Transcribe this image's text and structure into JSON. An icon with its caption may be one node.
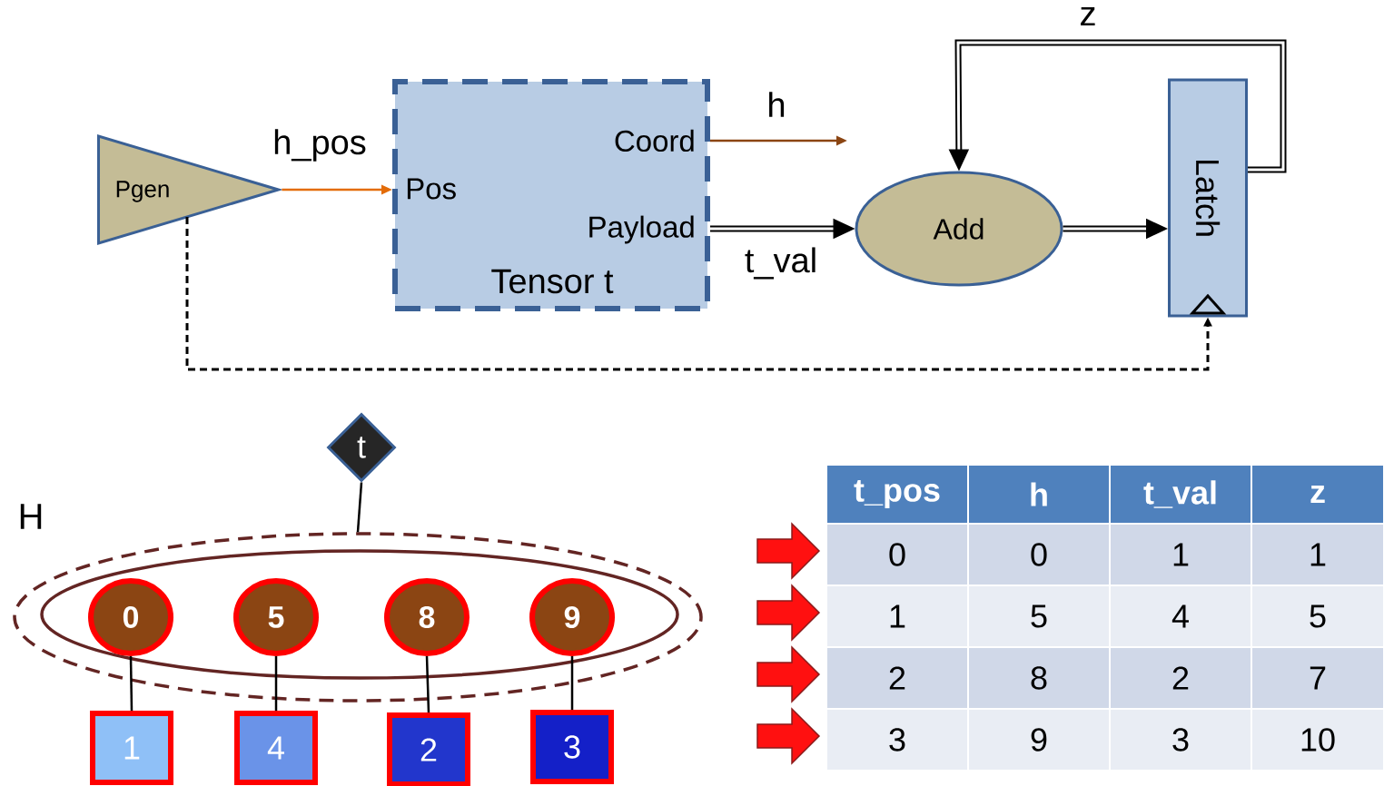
{
  "diagram": {
    "nodes": [
      {
        "text": [
          "Pgen"
        ]
      },
      {
        "text": [
          "Coord",
          "Pos",
          "Payload",
          "Tensor t"
        ]
      },
      {
        "text": [
          "Add"
        ]
      },
      {
        "text": [
          "Latch"
        ]
      },
      {
        "text": [
          "t"
        ]
      },
      {
        "text": [],
        "shape": "ellipse",
        "beside": [
          "H"
        ]
      },
      {
        "text": [],
        "shape": "ellipse",
        "in": 5
      },
      {
        "text": [
          "0"
        ],
        "in": 6
      },
      {
        "text": [
          "5"
        ],
        "in": 6
      },
      {
        "text": [
          "8"
        ],
        "in": 6
      },
      {
        "text": [
          "9"
        ],
        "in": 6
      },
      {
        "text": [
          "1"
        ]
      },
      {
        "text": [
          "4"
        ]
      },
      {
        "text": [
          "2"
        ]
      },
      {
        "text": [
          "3"
        ]
      }
    ],
    "edges": [
      {
        "from": 0,
        "to": 1,
        "label": "h_pos",
        "arrow": "to",
        "color": "#e36c09"
      },
      {
        "from": 1,
        "to": null,
        "label": "h",
        "arrow": "to",
        "color": "#8b4513"
      },
      {
        "from": 1,
        "to": 2,
        "label": "t_val",
        "arrow": "to",
        "style": "thick"
      },
      {
        "from": 2,
        "to": 3,
        "arrow": "to",
        "style": "thick"
      },
      {
        "from": 3,
        "to": 2,
        "label": "z",
        "arrow": "to",
        "style": "thick"
      },
      {
        "from": 0,
        "to": 3,
        "arrow": "to",
        "style": "dashed"
      },
      {
        "from": 4,
        "to": 5,
        "arrow": "none"
      },
      {
        "from": 7,
        "to": 11,
        "arrow": "none"
      },
      {
        "from": 8,
        "to": 12,
        "arrow": "none"
      },
      {
        "from": 9,
        "to": 13,
        "arrow": "none"
      },
      {
        "from": 10,
        "to": 14,
        "arrow": "none"
      }
    ],
    "labels": [
      "t_pos",
      "h",
      "t_val",
      "z",
      "0",
      "0",
      "1",
      "1",
      "1",
      "5",
      "4",
      "5",
      "2",
      "8",
      "2",
      "7",
      "3",
      "9",
      "3",
      "10"
    ]
  }
}
